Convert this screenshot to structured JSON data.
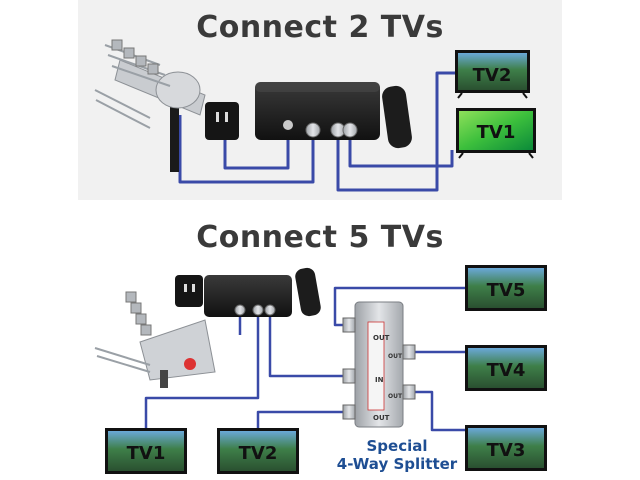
{
  "headings": {
    "top": "Connect 2 TVs",
    "bottom": "Connect 5 TVs"
  },
  "tvs_top": [
    {
      "label": "TV2"
    },
    {
      "label": "TV1"
    }
  ],
  "tvs_bottom": [
    {
      "label": "TV5"
    },
    {
      "label": "TV4"
    },
    {
      "label": "TV3"
    },
    {
      "label": "TV1"
    },
    {
      "label": "TV2"
    }
  ],
  "splitter": {
    "caption_line1": "Special",
    "caption_line2": "4-Way Splitter",
    "port_in": "IN",
    "port_out": "OUT"
  },
  "colors": {
    "cable": "#3a4aa8",
    "caption": "#1e4e93",
    "heading": "#3a3a3a",
    "band": "#f1f1f1",
    "box": "#1b1b1b",
    "splitter": "#b9bcc0"
  }
}
